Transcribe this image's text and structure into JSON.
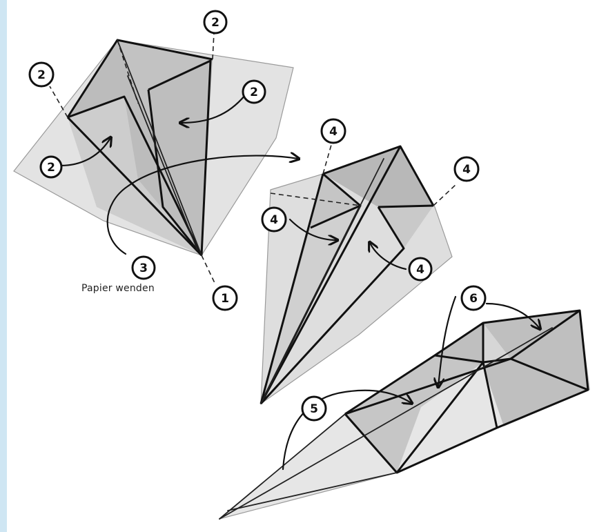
{
  "colors": {
    "side_strip": "#cfe6f3",
    "paper_light": "#e2e2e2",
    "paper_mid": "#d2d2d2",
    "paper_dark": "#bdbdbd",
    "ink": "#111111"
  },
  "caption": "Papier wenden",
  "step_labels": {
    "s1": "1",
    "s2a": "2",
    "s2b": "2",
    "s2c": "2",
    "s2d": "2",
    "s3": "3",
    "s4a": "4",
    "s4b": "4",
    "s4c": "4",
    "s4d": "4",
    "s5": "5",
    "s6": "6"
  }
}
